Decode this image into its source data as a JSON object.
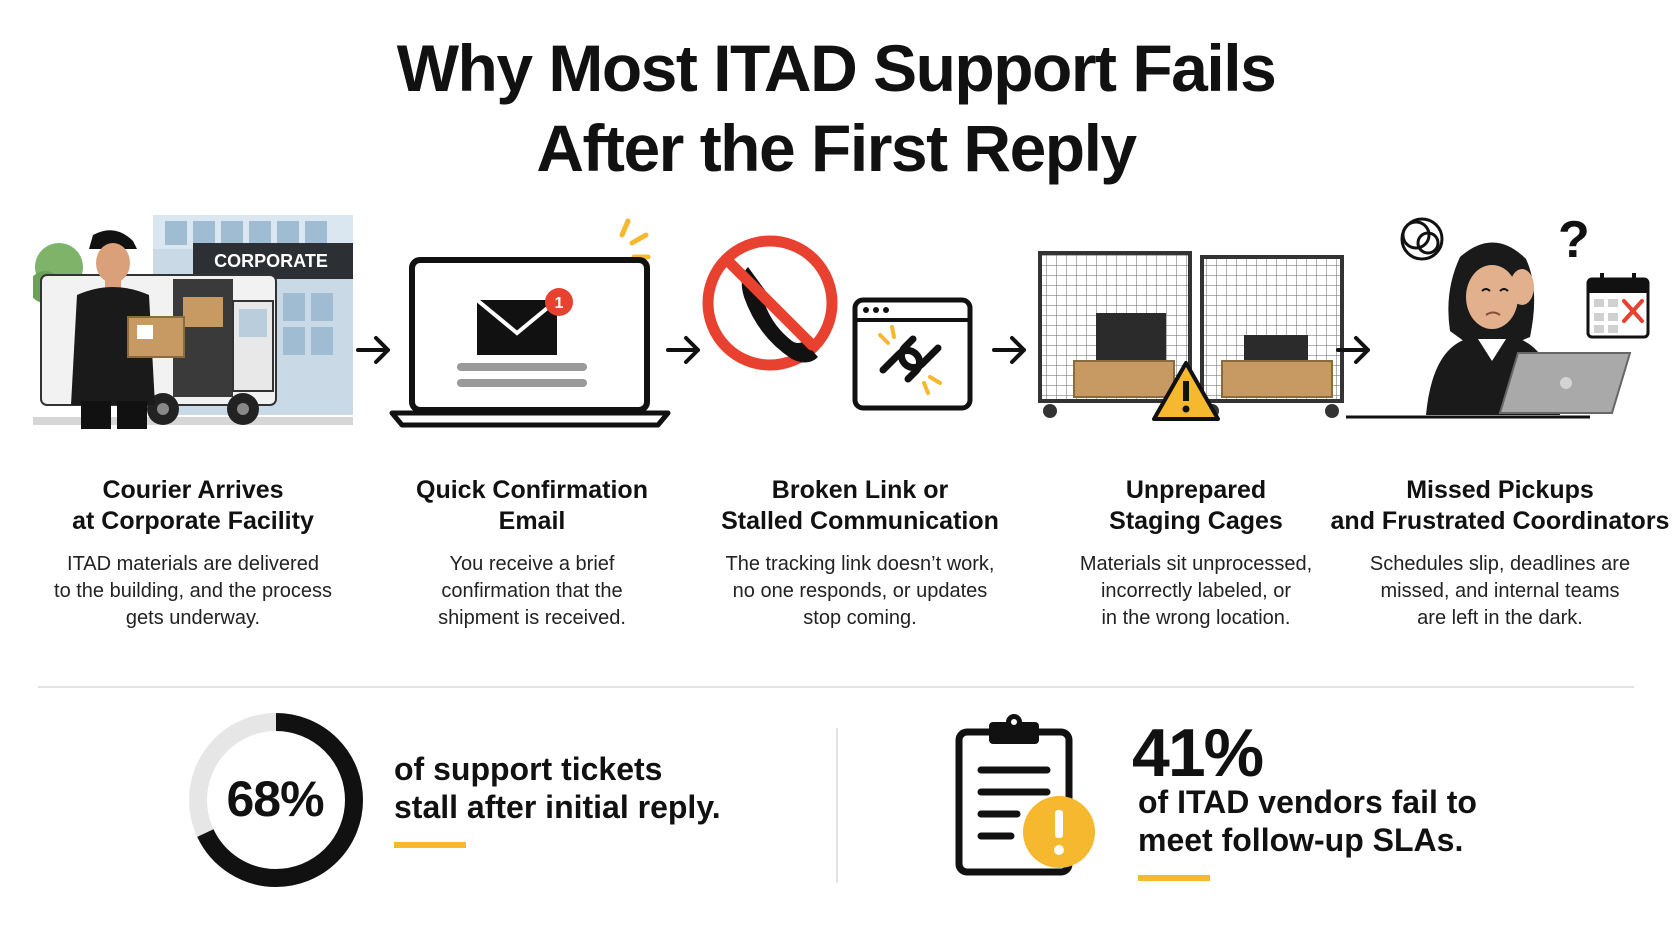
{
  "title": {
    "line1": "Why Most ITAD Support Fails",
    "line2": "After the First Reply"
  },
  "steps": [
    {
      "heading": [
        "Courier Arrives",
        "at Corporate Facility"
      ],
      "description": [
        "ITAD materials are delivered",
        "to the building, and the process",
        "gets underway."
      ],
      "sign_text": "CORPORATE",
      "icon": "courier-delivery-illustration"
    },
    {
      "heading": [
        "Quick Confirmation",
        "Email"
      ],
      "description": [
        "You receive a brief",
        "confirmation that the",
        "shipment is received."
      ],
      "notification_count": "1",
      "icon": "laptop-email-illustration"
    },
    {
      "heading": [
        "Broken Link or",
        "Stalled Communication"
      ],
      "description": [
        "The tracking link doesn’t work,",
        "no one responds, or updates",
        "stop coming."
      ],
      "icon": "broken-link-illustration"
    },
    {
      "heading": [
        "Unprepared",
        "Staging Cages"
      ],
      "description": [
        "Materials sit unprocessed,",
        "incorrectly labeled, or",
        "in the wrong location."
      ],
      "icon": "staging-cages-illustration"
    },
    {
      "heading": [
        "Missed Pickups",
        "and Frustrated Coordinators"
      ],
      "description": [
        "Schedules slip, deadlines are",
        "missed, and internal teams",
        "are left in the dark."
      ],
      "icon": "frustrated-coordinator-illustration"
    }
  ],
  "stats": [
    {
      "value_label": "68%",
      "value": 68,
      "text": [
        "of support tickets",
        "stall after initial reply."
      ],
      "icon": "donut-progress"
    },
    {
      "value_label": "41%",
      "text": [
        "of ITAD vendors fail to",
        "meet follow-up SLAs."
      ],
      "icon": "clipboard-warning-icon"
    }
  ],
  "colors": {
    "accent": "#f5b82e",
    "alert_red": "#e8412f",
    "text": "#111111",
    "track": "#e6e6e6"
  }
}
